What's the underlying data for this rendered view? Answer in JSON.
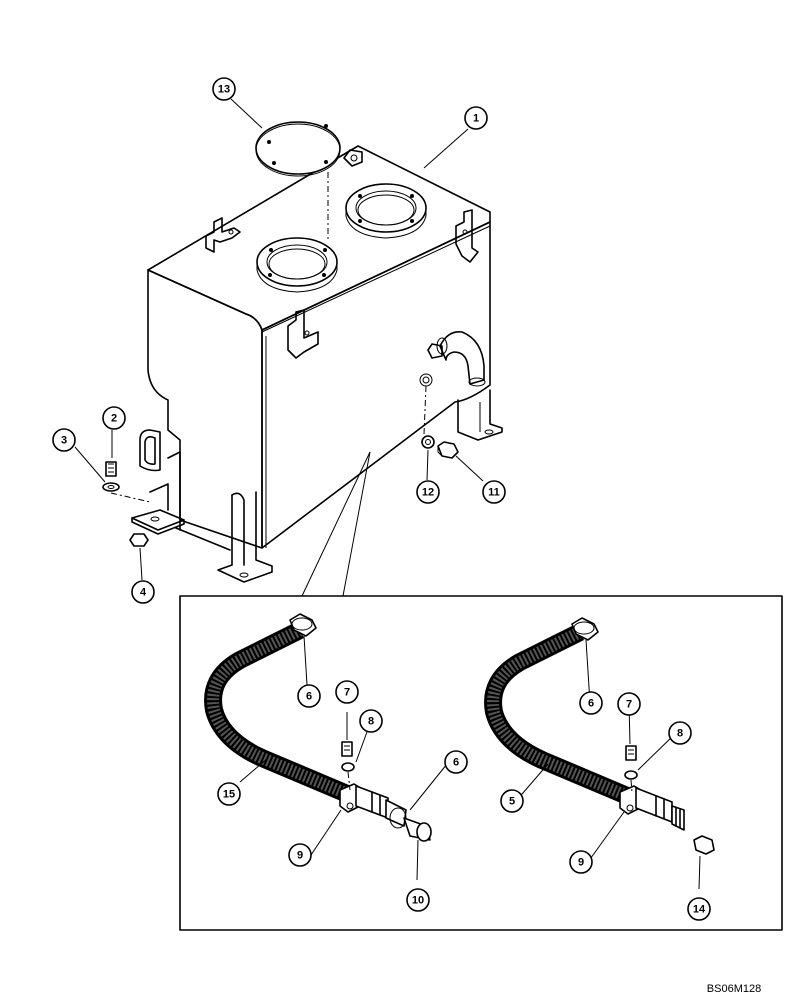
{
  "callouts": [
    {
      "id": "c13",
      "label": "13"
    },
    {
      "id": "c1",
      "label": "1"
    },
    {
      "id": "c2",
      "label": "2"
    },
    {
      "id": "c3",
      "label": "3"
    },
    {
      "id": "c4",
      "label": "4"
    },
    {
      "id": "c12",
      "label": "12"
    },
    {
      "id": "c11",
      "label": "11"
    },
    {
      "id": "c6a",
      "label": "6"
    },
    {
      "id": "c7a",
      "label": "7"
    },
    {
      "id": "c8a",
      "label": "8"
    },
    {
      "id": "c6b",
      "label": "6"
    },
    {
      "id": "c15",
      "label": "15"
    },
    {
      "id": "c9a",
      "label": "9"
    },
    {
      "id": "c10",
      "label": "10"
    },
    {
      "id": "c6c",
      "label": "6"
    },
    {
      "id": "c7b",
      "label": "7"
    },
    {
      "id": "c8b",
      "label": "8"
    },
    {
      "id": "c5",
      "label": "5"
    },
    {
      "id": "c9b",
      "label": "9"
    },
    {
      "id": "c14",
      "label": "14"
    }
  ],
  "figure_ref": "BS06M128"
}
